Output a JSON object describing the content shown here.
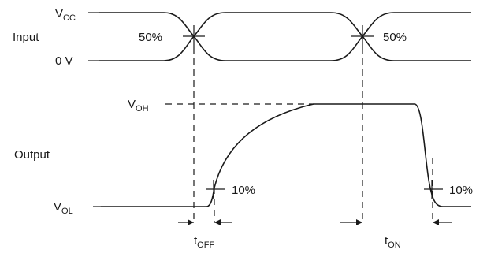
{
  "labels": {
    "vcc_main": "V",
    "vcc_sub": "CC",
    "input": "Input",
    "zero_v": "0 V",
    "voh_main": "V",
    "voh_sub": "OH",
    "output": "Output",
    "vol_main": "V",
    "vol_sub": "OL",
    "toff_main": "t",
    "toff_sub": "OFF",
    "ton_main": "t",
    "ton_sub": "ON"
  },
  "annotations": {
    "input_cross_left": "50%",
    "input_cross_right": "50%",
    "output_rise_mark": "10%",
    "output_fall_mark": "10%"
  }
}
